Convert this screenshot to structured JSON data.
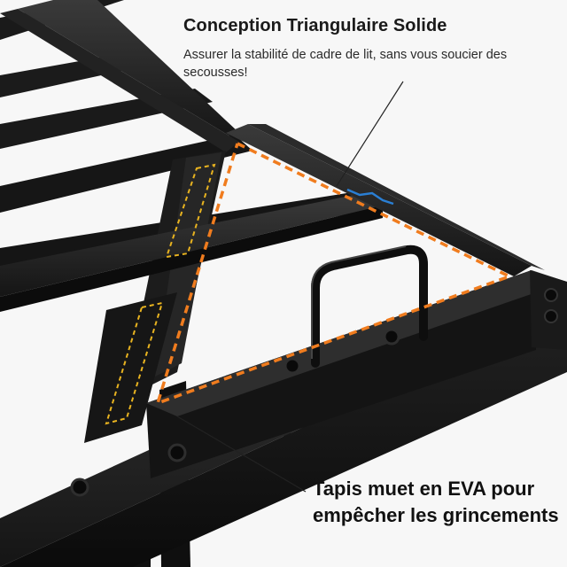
{
  "callout_top": {
    "title": "Conception Triangulaire Solide",
    "subtitle": "Assurer la stabilité de cadre de lit, sans vous soucier des secousses!"
  },
  "callout_bottom": {
    "line1": "Tapis muet en EVA pour",
    "line2": "empêcher les grincements"
  },
  "colors": {
    "frame": "#141414",
    "triangle_outline": "#f07c1e",
    "eva_pad_outline": "#e8b320",
    "accent_detail": "#2a7fd4",
    "background": "#f7f7f7"
  }
}
